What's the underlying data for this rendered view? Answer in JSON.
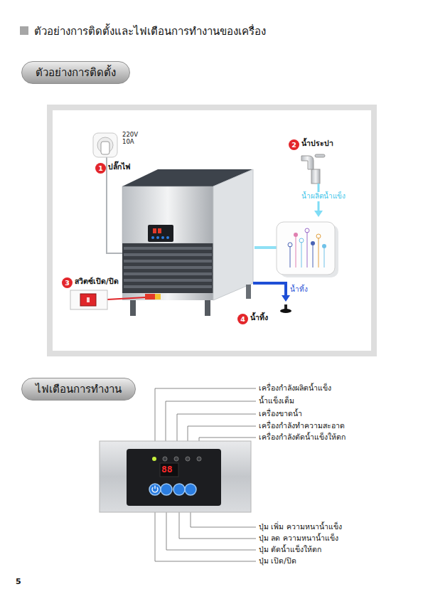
{
  "diagram": {
    "title": "ตัวอย่างการติดตั้งและไฟเตือนการทำงานของเครื่อง",
    "nodes": [
      {
        "text": [
          "ตัวอย่างการติดตั้ง"
        ]
      },
      {
        "text": [
          "ไฟเตือนการทำงาน"
        ]
      }
    ],
    "labels": [
      "220V 10A",
      "1",
      "ปลั๊กไฟ",
      "2",
      "น้ำประปา",
      "น้ำผลิตน้ำแข็ง",
      "3",
      "สวิตซ์เปิด/ปิด",
      "น้ำทิ้ง",
      "4",
      "น้ำทิ้ง",
      "88",
      "เครื่องกำลังผลิตน้ำแข็ง",
      "น้ำแข็งเต็ม",
      "เครื่องขาดน้ำ",
      "เครื่องกำลังทำความสะอาด",
      "เครื่องกำลังตัดน้ำแข็งให้ตก",
      "ปุ่ม เพิ่ม ความหนาน้ำแข็ง",
      "ปุ่ม ลด ความหนาน้ำแข็ง",
      "ปุ่ม ตัดน้ำแข็งให้ตก",
      "ปุ่ม เปิด/ปิด",
      "5"
    ]
  }
}
